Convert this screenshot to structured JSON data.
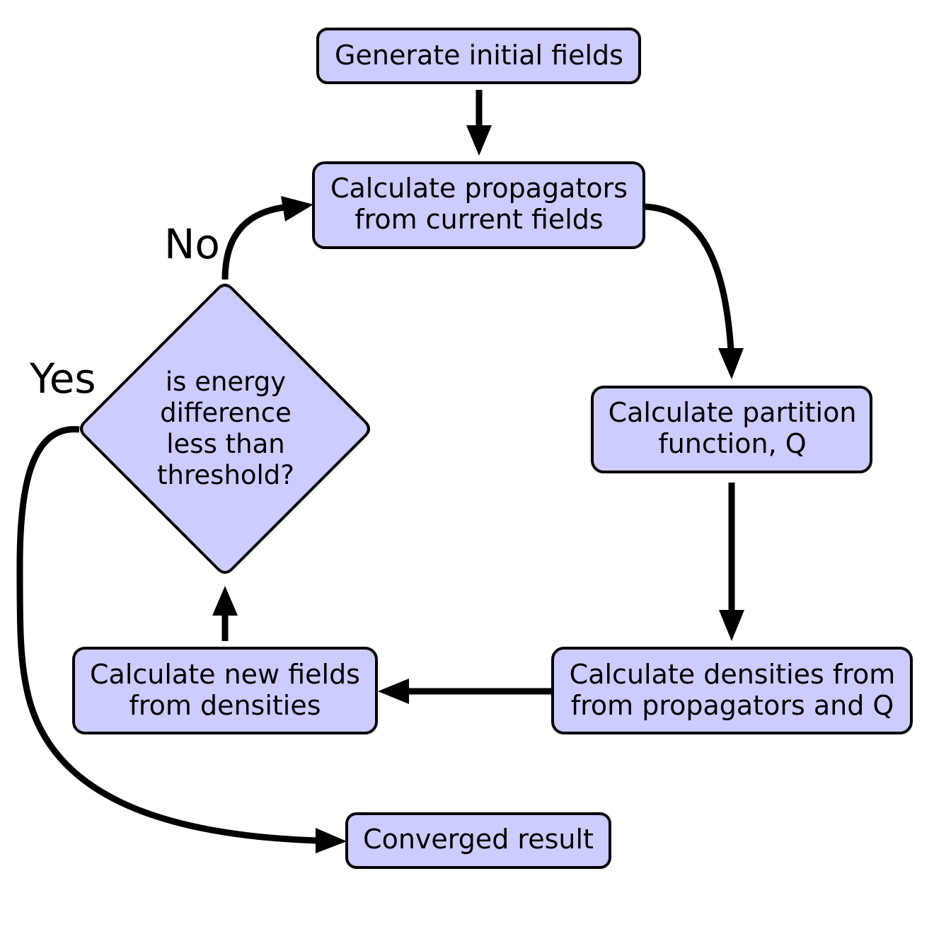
{
  "nodes": {
    "generate": {
      "lines": [
        "Generate initial fields"
      ]
    },
    "propagators": {
      "lines": [
        "Calculate propagators",
        "from current fields"
      ]
    },
    "partition": {
      "lines": [
        "Calculate partition",
        "function, Q"
      ]
    },
    "densities": {
      "lines": [
        "Calculate densities from",
        "from propagators and Q"
      ]
    },
    "new_fields": {
      "lines": [
        "Calculate new fields",
        "from densities"
      ]
    },
    "decision": {
      "lines": [
        "is energy",
        "difference",
        "less than",
        "threshold?"
      ]
    },
    "converged": {
      "lines": [
        "Converged result"
      ]
    }
  },
  "edge_labels": {
    "no": "No",
    "yes": "Yes"
  },
  "colors": {
    "node_fill": "#ccccff",
    "stroke": "#000000"
  }
}
